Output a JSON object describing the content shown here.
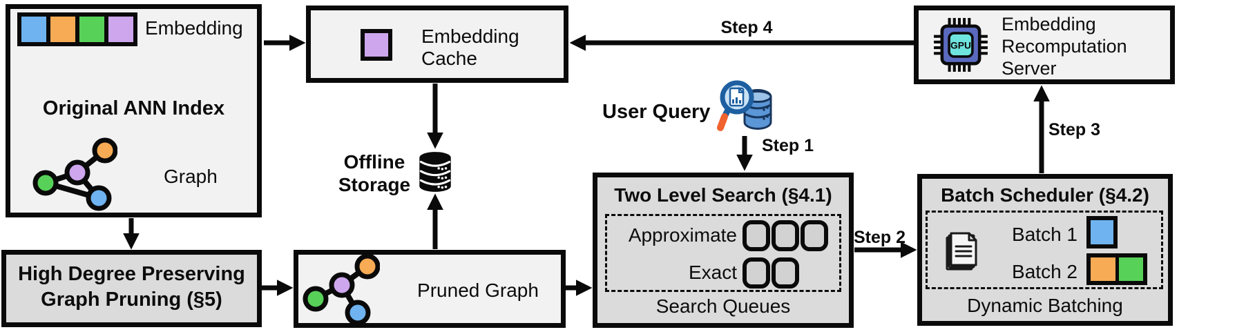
{
  "original_index": {
    "title": "Original ANN Index",
    "embedding_label": "Embedding",
    "graph_label": "Graph"
  },
  "pruning": {
    "title": "High Degree Preserving Graph Pruning (§5)"
  },
  "cache": {
    "label": "Embedding Cache"
  },
  "offline_storage": {
    "label": "Offline Storage"
  },
  "pruned_graph": {
    "label": "Pruned Graph"
  },
  "user_query": {
    "label": "User Query"
  },
  "steps": {
    "step1": "Step 1",
    "step2": "Step 2",
    "step3": "Step 3",
    "step4": "Step 4"
  },
  "two_level_search": {
    "title": "Two Level Search (§4.1)",
    "rows": [
      {
        "label": "Approximate",
        "slots": 3
      },
      {
        "label": "Exact",
        "slots": 2
      }
    ],
    "caption": "Search Queues"
  },
  "batch_scheduler": {
    "title": "Batch Scheduler (§4.2)",
    "batches": [
      {
        "label": "Batch 1",
        "colors": [
          "blue"
        ]
      },
      {
        "label": "Batch 2",
        "colors": [
          "orange",
          "green"
        ]
      }
    ],
    "caption": "Dynamic Batching"
  },
  "server": {
    "label": "Embedding Recomputation Server",
    "chip_label": "GPU"
  },
  "palette": {
    "blue": "#6FB3F0",
    "orange": "#F7AB55",
    "green": "#58D158",
    "purple": "#CEA6EE",
    "box_light": "#F2F2F2",
    "box_dark": "#DBDBDB",
    "slot_gray": "#D2D2D2",
    "gpu_chip": "#5A6ABF",
    "gpu_screen": "#6FE4DE",
    "query_blue": "#1D5FA0",
    "query_light": "#C9E2F6",
    "db_blue": "#5B96D6",
    "db_top": "#9DC3E8",
    "db_dark": "#17365D",
    "handle_orange": "#F0622E"
  }
}
